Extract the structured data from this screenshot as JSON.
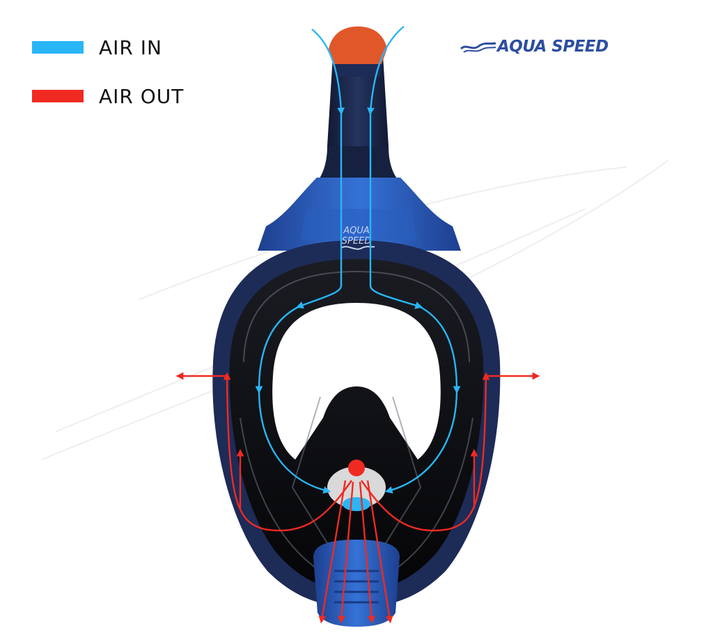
{
  "legend": {
    "items": [
      {
        "label": "AIR IN",
        "color": "#29b6f6"
      },
      {
        "label": "AIR OUT",
        "color": "#f02a22"
      }
    ]
  },
  "brand": {
    "logo_text": "AQUA SPEED",
    "mask_badge_line1": "AQUA",
    "mask_badge_line2": "SPEED"
  },
  "colors": {
    "air_in": "#29b6f6",
    "air_out": "#f02a22",
    "mask_frame": "#1d2b57",
    "mask_blue": "#2a5fbf",
    "snorkel_cap": "#e0572a",
    "lens": "#0d0d0f",
    "brand": "#2d4ea0"
  },
  "icons": {
    "logo": "wave-icon",
    "badge": "wave-icon"
  }
}
